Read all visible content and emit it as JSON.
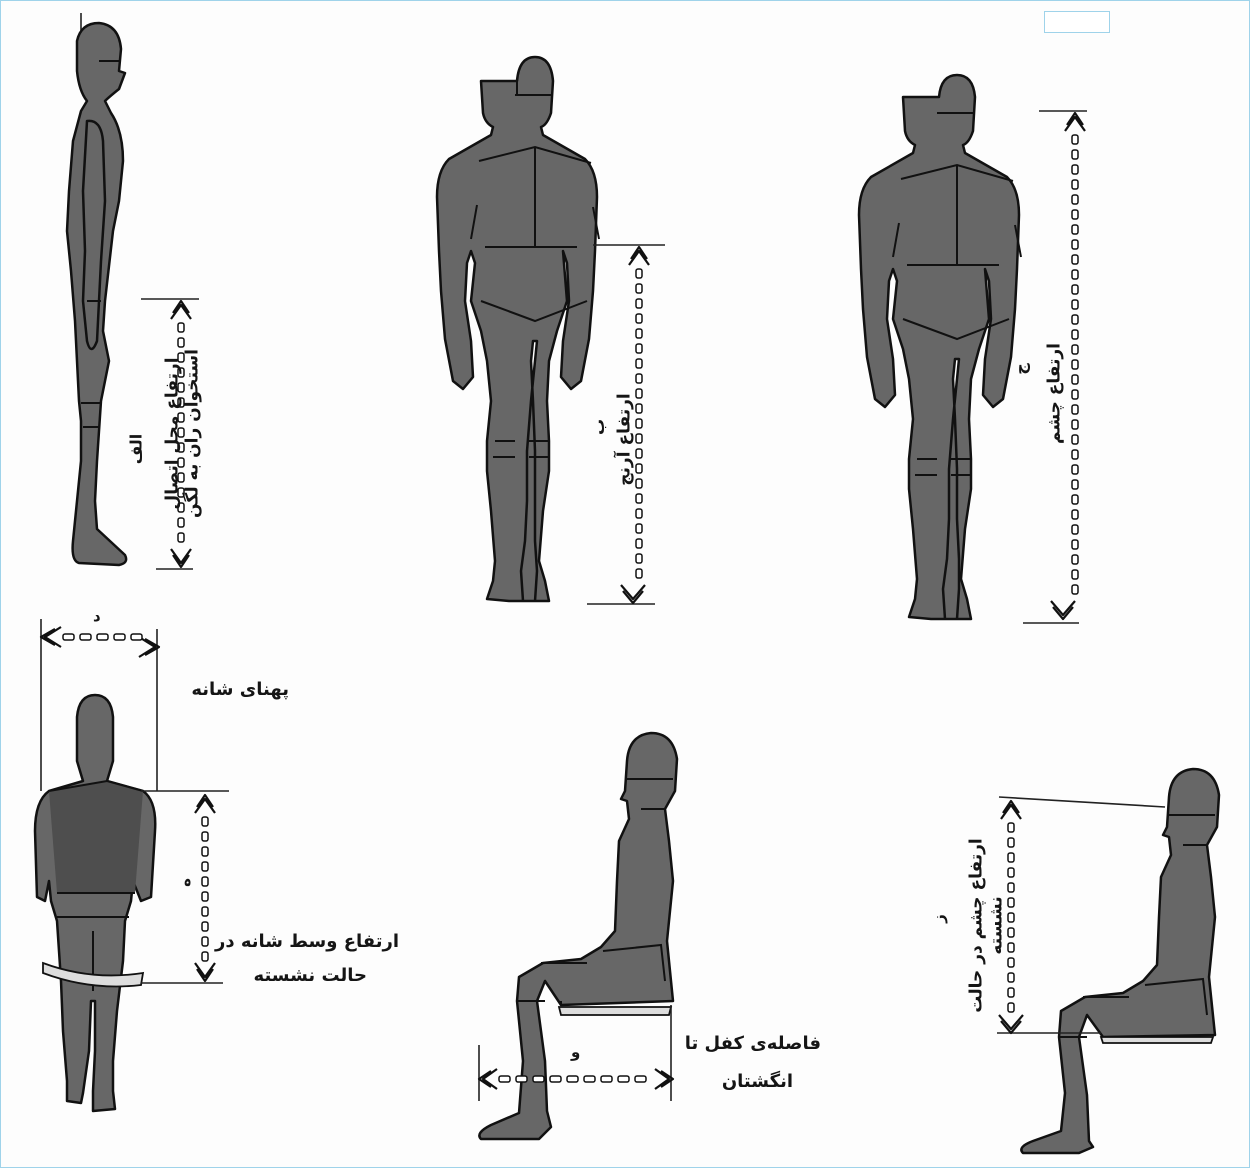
{
  "labels": {
    "a_letter": "الف",
    "a_line1": "ارتفاع محل اتصال",
    "a_line2": "استخوان ران به لگن",
    "b_letter": "ب",
    "b_text": "ارتفاع آرنج",
    "c_letter": "ج",
    "c_text": "ارتفاع چشم",
    "d_letter": "د",
    "d_text": "پهنای شانه",
    "h_letter": "ه",
    "h_line1": "ارتفاع وسط شانه در",
    "h_line2": "حالت نشسته",
    "v_letter": "و",
    "v_line1": "فاصله‌ی کفل تا",
    "v_line2": "انگشتان",
    "z_letter": "ز",
    "z_line1": "ارتفاع چشم در حالت",
    "z_line2": "نشسته"
  }
}
